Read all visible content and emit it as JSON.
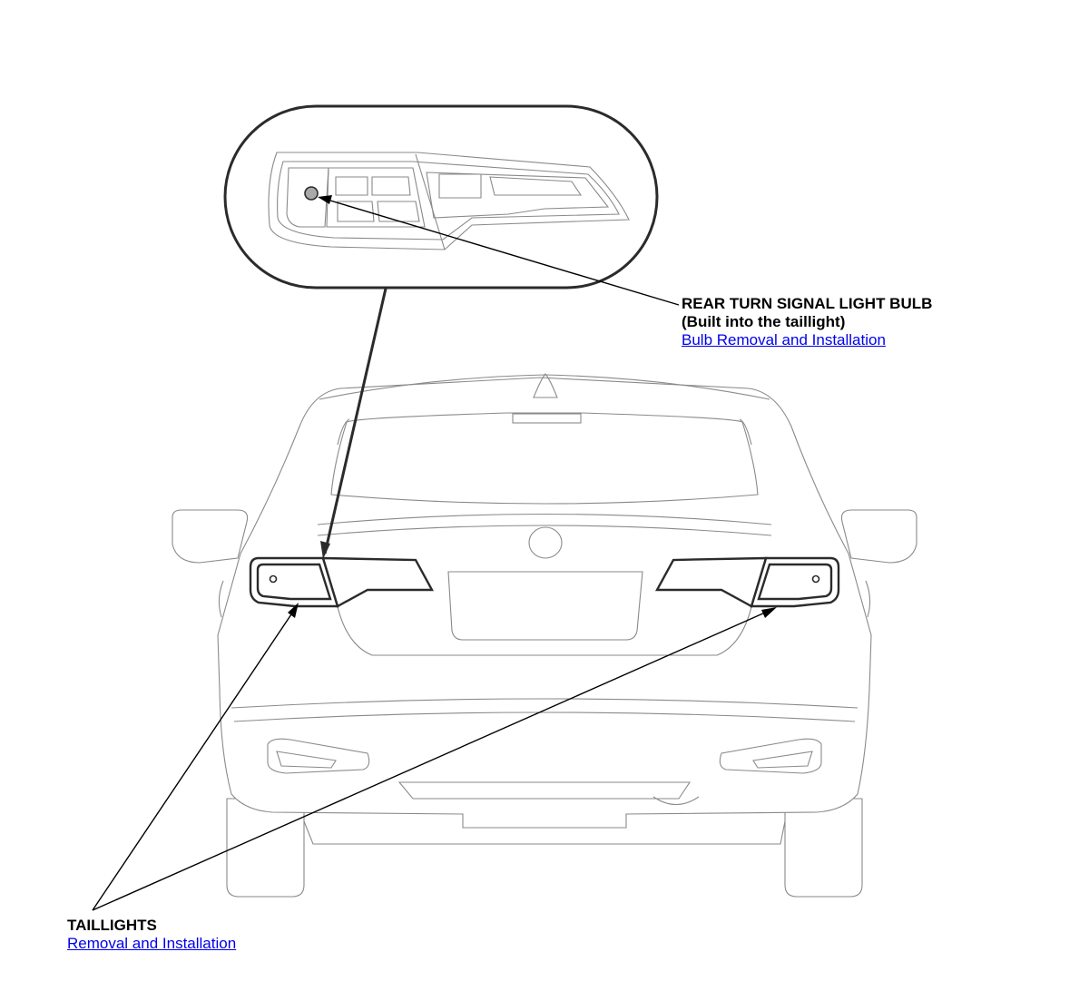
{
  "callouts": {
    "bulb": {
      "title_line1": "REAR TURN SIGNAL LIGHT BULB",
      "title_line2": "(Built into the taillight)",
      "link": "Bulb Removal and Installation"
    },
    "taillights": {
      "title": "TAILLIGHTS",
      "link": "Removal and Installation"
    }
  },
  "colors": {
    "link": "#0000ee",
    "outline_faint": "#8a8a8a",
    "outline_bold": "#2b2b2b"
  }
}
